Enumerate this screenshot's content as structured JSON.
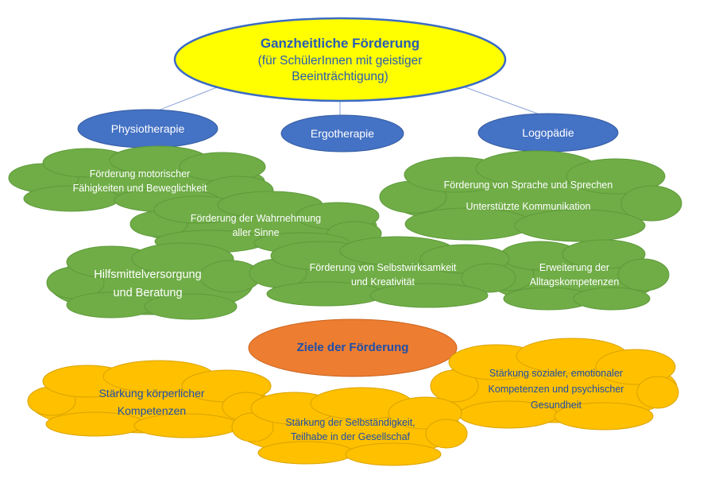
{
  "main_topic": {
    "title": "Ganzheitliche Förderung",
    "subtitle": "(für SchülerInnen mit  geistiger\nBeeinträchtigung)"
  },
  "therapies": {
    "physio": "Physiotherapie",
    "ergo": "Ergotherapie",
    "logo": "Logopädie"
  },
  "measures": {
    "motor": "Förderung motorischer\nFähigkeiten und Beweglichkeit",
    "perception": "Förderung der Wahrnehmung\naller Sinne",
    "aids": "Hilfsmittelversorgung\nund Beratung",
    "self_efficacy": "Förderung von Selbstwirksamkeit\nund Kreativität",
    "daily_skills": "Erweiterung der\nAlltagskompetenzen",
    "speech_line1": "Förderung von Sprache und Sprechen",
    "speech_line2": "Unterstützte Kommunikation"
  },
  "goals_header": "Ziele der Förderung",
  "goals": {
    "physical": "Stärkung körperlicher\nKompetenzen",
    "independence": "Stärkung der Selbständigkeit,\nTeilhabe in der Gesellschaf",
    "social": "Stärkung sozialer, emotionaler\nKompetenzen und psychischer\nGesundheit"
  },
  "colors": {
    "main_fill": "#ffff00",
    "main_stroke": "#3b6bc4",
    "therapy_fill": "#4472c4",
    "measure_cloud": "#70ad47",
    "goal_header_fill": "#ed7d31",
    "goal_cloud": "#ffc000",
    "connector": "#9ab0dc"
  }
}
